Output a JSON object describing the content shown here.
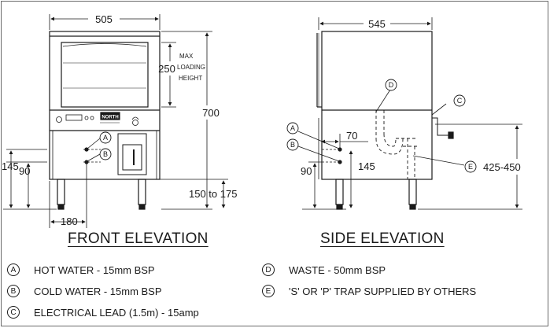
{
  "front": {
    "title": "FRONT ELEVATION",
    "dims": {
      "width": "505",
      "max_loading": "250",
      "max_label": [
        "MAX",
        "LOADING",
        "HEIGHT"
      ],
      "height": "700",
      "h145": "145",
      "h90": "90",
      "leg": "150 to 175",
      "offset": "180"
    },
    "logo": "NORTH",
    "callouts": [
      "A",
      "B"
    ]
  },
  "side": {
    "title": "SIDE ELEVATION",
    "dims": {
      "depth": "545",
      "d70": "70",
      "d145": "145",
      "h90": "90",
      "range": "425-450"
    },
    "callouts": [
      "A",
      "B",
      "C",
      "D",
      "E"
    ]
  },
  "legend": {
    "items": [
      {
        "letter": "A",
        "text": "HOT WATER - 15mm BSP"
      },
      {
        "letter": "B",
        "text": "COLD WATER - 15mm BSP"
      },
      {
        "letter": "C",
        "text": "ELECTRICAL LEAD (1.5m) - 15amp"
      },
      {
        "letter": "D",
        "text": "WASTE - 50mm BSP"
      },
      {
        "letter": "E",
        "text": "'S' OR 'P' TRAP SUPPLIED BY OTHERS"
      }
    ]
  }
}
